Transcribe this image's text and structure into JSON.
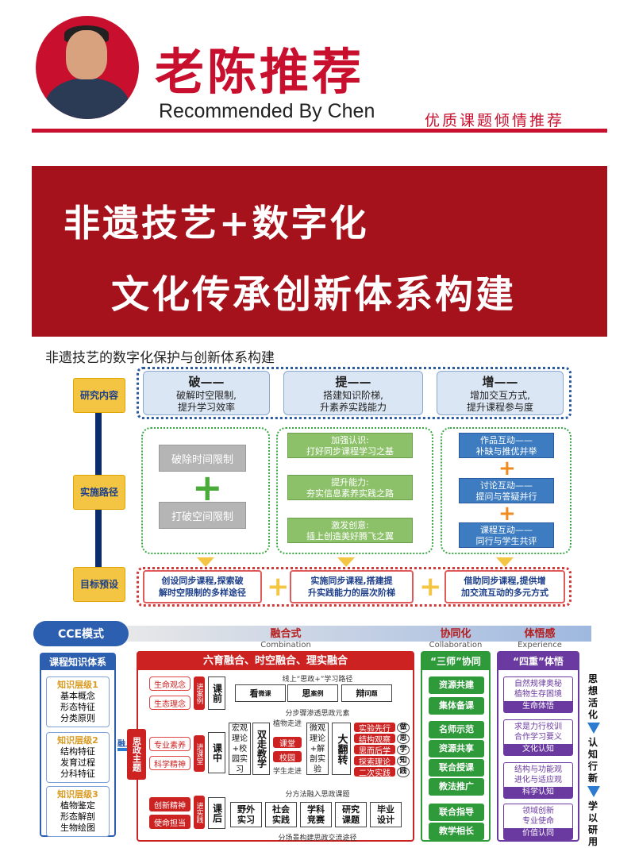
{
  "header": {
    "brand_cn": "老陈推荐",
    "brand_en": "Recommended By  Chen",
    "slogan": "优质课题倾情推荐"
  },
  "banner": {
    "line1": "非遗技艺+数字化",
    "line2": "文化传承创新体系构建"
  },
  "subtitle": "非遗技艺的数字化保护与创新体系构建",
  "diagram1": {
    "side_labels": [
      "研究内容",
      "实施路径",
      "目标预设"
    ],
    "categories": [
      {
        "head": "破——",
        "body1": "破解时空限制,",
        "body2": "提升学习效率"
      },
      {
        "head": "提——",
        "body1": "搭建知识阶梯,",
        "body2": "升素养实践能力"
      },
      {
        "head": "增——",
        "body1": "增加交互方式,",
        "body2": "提升课程参与度"
      }
    ],
    "col1": [
      "破除时间限制",
      "打破空间限制"
    ],
    "col2": [
      {
        "a": "加强认识:",
        "b": "打好同步课程学习之基"
      },
      {
        "a": "提升能力:",
        "b": "夯实信息素养实践之路"
      },
      {
        "a": "激发创意:",
        "b": "插上创造美好腾飞之翼"
      }
    ],
    "col3": [
      {
        "a": "作品互动——",
        "b": "补缺与推优并举"
      },
      {
        "a": "讨论互动——",
        "b": "提问与答疑并行"
      },
      {
        "a": "课程互动——",
        "b": "同行与学生共评"
      }
    ],
    "results": [
      {
        "a": "创设同步课程,探索破",
        "b": "解时空限制的多样途径"
      },
      {
        "a": "实施同步课程,搭建提",
        "b": "升实践能力的层次阶梯"
      },
      {
        "a": "借助同步课程,提供增",
        "b": "加交流互动的多元方式"
      }
    ]
  },
  "diagram2": {
    "mode": "CCE模式",
    "sections": [
      {
        "cn": "融合式",
        "en": "Combination"
      },
      {
        "cn": "协同化",
        "en": "Collaboration"
      },
      {
        "cn": "体悟感",
        "en": "Experience"
      }
    ],
    "left": {
      "title": "课程知识体系",
      "levels": [
        {
          "t": "知识层级1",
          "l1": "基本概念",
          "l2": "形态特征",
          "l3": "分类原则"
        },
        {
          "t": "知识层级2",
          "l1": "结构特征",
          "l2": "发育过程",
          "l3": "分科特征"
        },
        {
          "t": "知识层级3",
          "l1": "植物鉴定",
          "l2": "形态解剖",
          "l3": "生物绘图"
        }
      ],
      "arrow_label": "融入"
    },
    "middle": {
      "title": "六育融合、时空融合、理实融合",
      "sizheng": "思政主题",
      "before": {
        "tags": [
          "生命观念",
          "生态理念"
        ],
        "side": "进案例",
        "stage": "课前",
        "path": "线上“思政+”学习路径",
        "see": "看",
        "see_s": "微课",
        "think": "思",
        "think_s": "案例",
        "debate": "辩",
        "debate_s": "问题",
        "step": "分步骤渗透思政元素"
      },
      "during": {
        "tags": [
          "专业素养",
          "科学精神"
        ],
        "side": "进课堂",
        "stage": "课中",
        "a": "宏观理论+校园实习",
        "b": "双走教学",
        "c": "植物走进",
        "c1": "课堂",
        "c2": "校园",
        "c3": "学生走进",
        "d": "微观理论+解剖实验",
        "e": "大翻转",
        "f": [
          "实验先行",
          "结构观察",
          "思而后学",
          "探索理论",
          "二次实践"
        ],
        "g": [
          "做",
          "思",
          "学",
          "知",
          "践"
        ],
        "step": "分方法融入思政课题"
      },
      "after": {
        "tags": [
          "创新精神",
          "使命担当"
        ],
        "side": "进实践",
        "stage": "课后",
        "items": [
          "野外实习",
          "社会实践",
          "学科竞赛",
          "研究课题",
          "毕业设计"
        ],
        "step": "分场景构建思政交流途径"
      }
    },
    "green": {
      "title": "“三师”协同",
      "items": [
        "资源共建",
        "集体备课",
        "名师示范",
        "资源共享",
        "联合授课",
        "教法推广",
        "联合指导",
        "教学相长"
      ]
    },
    "purple": {
      "title": "“四重”体悟",
      "items": [
        {
          "a": "自然规律奥秘",
          "b": "植物生存困境",
          "t": "生命体悟"
        },
        {
          "a": "求是力行校训",
          "b": "合作学习要义",
          "t": "文化认知"
        },
        {
          "a": "结构与功能观",
          "b": "进化与适应观",
          "t": "科学认知"
        },
        {
          "a": "领域创新",
          "b": "专业使命",
          "t": "价值认同"
        }
      ]
    },
    "side": [
      "思想活化",
      "认知行新",
      "学以研用"
    ]
  }
}
